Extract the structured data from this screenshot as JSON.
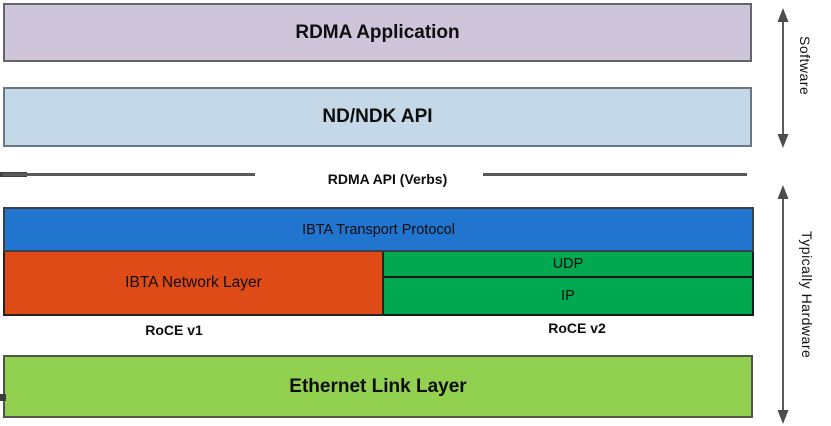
{
  "layers": {
    "rdma_application": "RDMA Application",
    "nd_ndk_api": "ND/NDK API",
    "rdma_api_verbs": "RDMA API (Verbs)",
    "ibta_transport": "IBTA Transport Protocol",
    "ibta_network": "IBTA Network Layer",
    "udp": "UDP",
    "ip": "IP",
    "roce_v1": "RoCE v1",
    "roce_v2": "RoCE v2",
    "ethernet": "Ethernet Link Layer"
  },
  "side_labels": {
    "software": "Software",
    "typically_hardware": "Typically Hardware"
  },
  "colors": {
    "rdma_application_bg": "#CEC5DB",
    "nd_ndk_api_bg": "#C5D8E8",
    "ibta_transport_bg": "#2275CE",
    "ibta_network_bg": "#DF4B16",
    "udp_bg": "#00A94F",
    "ip_bg": "#00A94F",
    "ethernet_bg": "#92D050",
    "line_and_arrow": "#595959",
    "text": "#000000"
  }
}
